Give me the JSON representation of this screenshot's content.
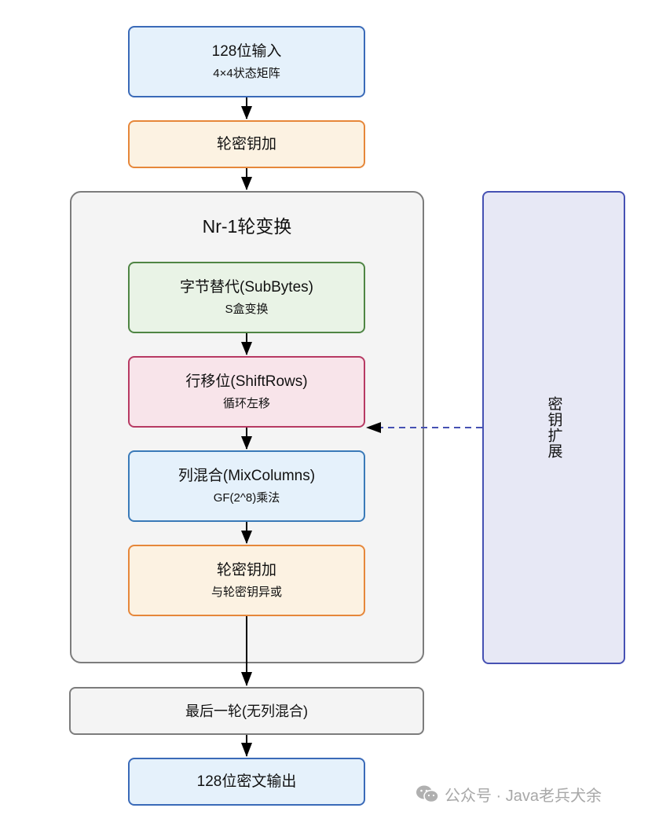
{
  "diagram": {
    "nodes": {
      "input": {
        "title": "128位输入",
        "subtitle": "4×4状态矩阵"
      },
      "initial_add_round_key": {
        "title": "轮密钥加"
      },
      "round_loop": {
        "title": "Nr-1轮变换"
      },
      "sub_bytes": {
        "title": "字节替代(SubBytes)",
        "subtitle": "S盒变换"
      },
      "shift_rows": {
        "title": "行移位(ShiftRows)",
        "subtitle": "循环左移"
      },
      "mix_columns": {
        "title": "列混合(MixColumns)",
        "subtitle": "GF(2^8)乘法"
      },
      "add_round_key": {
        "title": "轮密钥加",
        "subtitle": "与轮密钥异或"
      },
      "final_round": {
        "title": "最后一轮(无列混合)"
      },
      "output": {
        "title": "128位密文输出"
      },
      "key_expansion": {
        "title": "密钥扩展"
      }
    },
    "edges": [
      {
        "from": "input",
        "to": "initial_add_round_key",
        "style": "solid"
      },
      {
        "from": "initial_add_round_key",
        "to": "round_loop",
        "style": "solid"
      },
      {
        "from": "sub_bytes",
        "to": "shift_rows",
        "style": "solid"
      },
      {
        "from": "shift_rows",
        "to": "mix_columns",
        "style": "solid"
      },
      {
        "from": "mix_columns",
        "to": "add_round_key",
        "style": "solid"
      },
      {
        "from": "add_round_key",
        "to": "final_round",
        "style": "solid"
      },
      {
        "from": "final_round",
        "to": "output",
        "style": "solid"
      },
      {
        "from": "key_expansion",
        "to": "shift_rows",
        "style": "dashed"
      }
    ],
    "colors": {
      "blue_fill": "#e5f1fb",
      "blue_stroke": "#3a6ab8",
      "orange_fill": "#fcf2e2",
      "orange_stroke": "#e6873a",
      "green_fill": "#e9f3e6",
      "green_stroke": "#4f8544",
      "pink_fill": "#f8e4ea",
      "pink_stroke": "#b73a63",
      "gray_fill": "#f4f4f4",
      "gray_stroke": "#7c7c7c",
      "lavender_fill": "#e7e8f5",
      "lavender_stroke": "#4651b3"
    }
  },
  "watermark": {
    "text": "公众号 · Java老兵犬余",
    "icon": "wechat-icon"
  }
}
